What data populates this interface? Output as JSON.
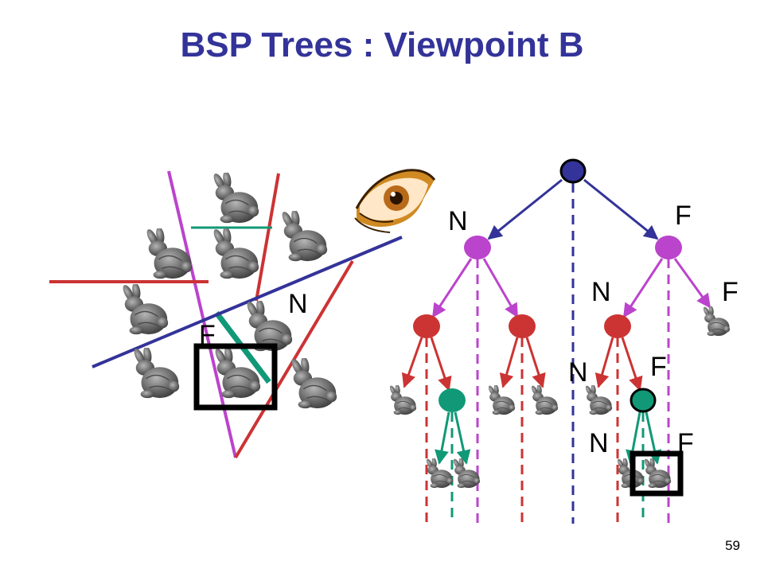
{
  "slide": {
    "title": "BSP Trees : Viewpoint B",
    "page_number": "59"
  },
  "scene": {
    "labels": {
      "near": "N",
      "far": "F"
    }
  },
  "tree": {
    "labels": {
      "root_near": "N",
      "root_far": "F",
      "far_child_near": "N",
      "far_child_far": "F",
      "center_near": "N",
      "red_far": "F",
      "green_near": "N",
      "green_far": "F"
    }
  },
  "colors": {
    "title": "#333399",
    "blue": "#333399",
    "magenta": "#bb44cc",
    "red": "#cc3333",
    "green": "#119977",
    "bunny": "#6e6e6e"
  },
  "icons": [
    "eye-icon",
    "bunny-icon",
    "selection-box"
  ]
}
